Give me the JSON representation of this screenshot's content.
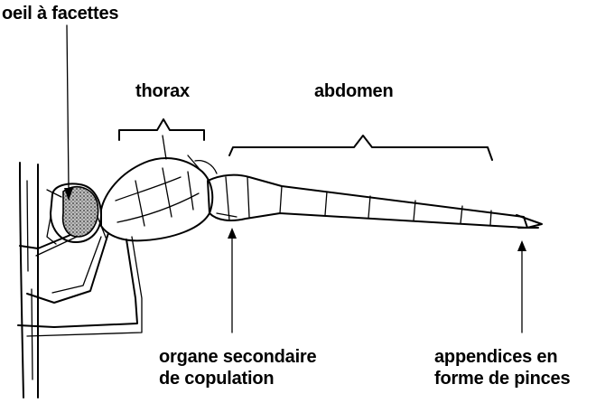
{
  "labels": {
    "compound_eye": "oeil à facettes",
    "thorax": "thorax",
    "abdomen": "abdomen",
    "organ_line1": "organe secondaire",
    "organ_line2": "de copulation",
    "appendix_line1": "appendices en",
    "appendix_line2": "forme de pinces"
  },
  "colors": {
    "ink": "#000000",
    "eye_fill": "#8a8a8a",
    "background": "#ffffff"
  }
}
